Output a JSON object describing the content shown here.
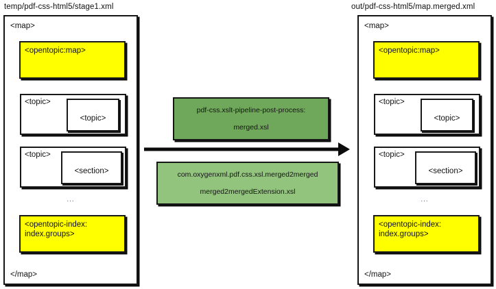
{
  "diagram": {
    "type": "pipeline-transformation",
    "colors": {
      "highlight_yellow": "#ffff00",
      "stylesheet_green_primary": "#6fa85a",
      "stylesheet_green_secondary": "#92c47d",
      "outline_black": "#151515",
      "background": "#ffffff"
    },
    "panels": [
      {
        "id": "input",
        "title": "temp/pdf-css-html5/stage1.xml",
        "root_open": "<map>",
        "root_close": "</map>",
        "ellipsis": "...",
        "nodes": [
          {
            "kind": "yellow",
            "label": "<opentopic:map>"
          },
          {
            "kind": "topic",
            "outer": "<topic>",
            "inner": "<topic>"
          },
          {
            "kind": "topic",
            "outer": "<topic>",
            "inner": "<section>"
          },
          {
            "kind": "yellow",
            "line1": "<opentopic-index:",
            "line2": "index.groups>"
          }
        ]
      },
      {
        "id": "output",
        "title": "out/pdf-css-html5/map.merged.xml",
        "root_open": "<map>",
        "root_close": "</map>",
        "ellipsis": "...",
        "nodes": [
          {
            "kind": "yellow",
            "label": "<opentopic:map>"
          },
          {
            "kind": "topic",
            "outer": "<topic>",
            "inner": "<topic>"
          },
          {
            "kind": "topic",
            "outer": "<topic>",
            "inner": "<section>"
          },
          {
            "kind": "yellow",
            "line1": "<opentopic-index:",
            "line2": "index.groups>"
          }
        ]
      }
    ],
    "transforms": [
      {
        "id": "post-process",
        "line1": "pdf-css.xslt-pipeline-post-process:",
        "line2": "merged.xsl"
      },
      {
        "id": "merged2merged",
        "line1": "com.oxygenxml.pdf.css.xsl.merged2merged",
        "line2": "merged2mergedExtension.xsl"
      }
    ],
    "arrow": {
      "direction": "left-to-right",
      "label": ""
    }
  }
}
